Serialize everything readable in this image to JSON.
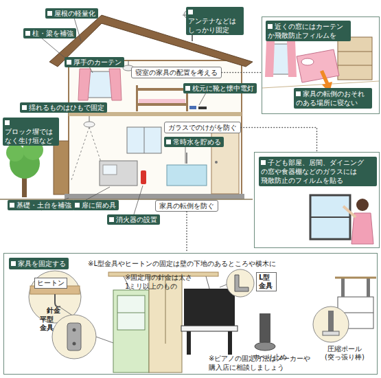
{
  "diagram": {
    "nodes": [
      {
        "text": [
          "屋根の軽量化"
        ]
      },
      {
        "text": [
          "アンテナなどは しっかり固定"
        ]
      },
      {
        "text": [
          "近くの窓にはカーテン か飛散防止フィルムを",
          "家具の転倒のおそれ のある場所に寝ない"
        ]
      },
      {
        "text": [
          "柱・梁を補強"
        ]
      },
      {
        "text": [
          "厚手のカーテン"
        ]
      },
      {
        "text": [
          "寝室の家具の配置を考える"
        ]
      },
      {
        "text": [
          "枕元に靴と懐中電灯"
        ]
      },
      {
        "text": [
          "揺れるものはひもで固定"
        ]
      },
      {
        "text": [
          "ブロック塀では なく生け垣など"
        ]
      },
      {
        "text": [
          "ガラスでのけがを防ぐ"
        ]
      },
      {
        "text": [
          "常時水を貯める"
        ]
      },
      {
        "text": [
          "子ども部屋、居間、ダイニング の窓や食器棚などのガラスには 飛散防止のフィルムを貼る"
        ]
      },
      {
        "text": [
          "基礎・土台を補強"
        ]
      },
      {
        "text": [
          "扉に留め具"
        ]
      },
      {
        "text": [
          "家具の転倒を防ぐ"
        ]
      },
      {
        "text": [
          "消火器の設置"
        ]
      },
      {
        "text": [
          "家具を固定する",
          "※L型金具やヒートンの固定は壁の下地のあるところや横木に",
          "※固定用の針金は太さ 1ミリ以上のもの",
          "※ピアノの固定方法はメーカーや 購入店に相談しましょう"
        ]
      }
    ],
    "edges": [
      {
        "from": 5,
        "to": 2,
        "arrow": "none"
      },
      {
        "from": 9,
        "to": 11,
        "arrow": "none"
      },
      {
        "from": 14,
        "to": 16,
        "arrow": "none"
      }
    ],
    "labels": [
      "ヒートン",
      "針金",
      "L型 金具",
      "平型 金具",
      "すべり止め",
      "圧縮ポール (突っ張り棒)"
    ]
  }
}
